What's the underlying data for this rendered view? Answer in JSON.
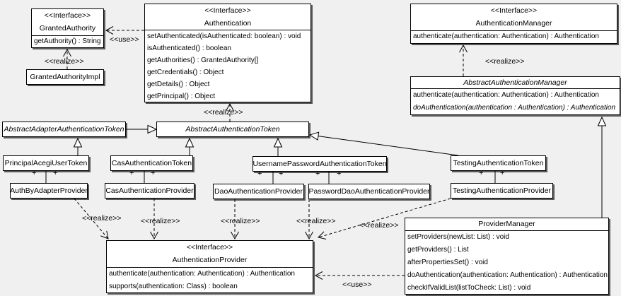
{
  "colors": {
    "background": "#f0f0f0",
    "box_fill": "#ffffff",
    "line": "#000000",
    "shadow": "#5a5a5a"
  },
  "labels": {
    "use": "<<use>>",
    "realize": "<<realize>>",
    "plus": "+"
  },
  "classes": {
    "granted_authority": {
      "stereotype": "<<Interface>>",
      "name": "GrantedAuthority",
      "methods": [
        "getAuthority() : String"
      ]
    },
    "granted_authority_impl": {
      "name": "GrantedAuthorityImpl"
    },
    "authentication": {
      "stereotype": "<<Interface>>",
      "name": "Authentication",
      "methods": [
        "setAuthenticated(isAuthenticated: boolean) : void",
        "isAuthenticated() : boolean",
        "getAuthorities() : GrantedAuthority[]",
        "getCredentials() : Object",
        "getDetails() : Object",
        "getPrincipal() : Object"
      ]
    },
    "authentication_manager": {
      "stereotype": "<<Interface>>",
      "name": "AuthenticationManager",
      "methods": [
        "authenticate(authentication: Authentication) : Authentication"
      ]
    },
    "abstract_authentication_manager": {
      "name": "AbstractAuthenticationManager",
      "methods": [
        "authenticate(authentication: Authentication) : Authentication",
        "doAuthentication(authentication : Authentication) : Authentication"
      ]
    },
    "abstract_adapter_authentication_token": {
      "name": "AbstractAdapterAuthenticationToken"
    },
    "abstract_authentication_token": {
      "name": "AbstractAuthenticationToken"
    },
    "principal_acegi_user_token": {
      "name": "PrincipalAcegiUserToken"
    },
    "cas_authentication_token": {
      "name": "CasAuthenticationToken"
    },
    "username_password_authentication_token": {
      "name": "UsernamePasswordAuthenticationToken"
    },
    "testing_authentication_token": {
      "name": "TestingAuthenticationToken"
    },
    "auth_by_adapter_provider": {
      "name": "AuthByAdapterProvider"
    },
    "cas_authentication_provider": {
      "name": "CasAuthenticationProvider"
    },
    "dao_authentication_provider": {
      "name": "DaoAuthenticationProvider"
    },
    "password_dao_authentication_provider": {
      "name": "PasswordDaoAuthenticationProvider"
    },
    "testing_authentication_provider": {
      "name": "TestingAuthenticationProvider"
    },
    "authentication_provider": {
      "stereotype": "<<Interface>>",
      "name": "AuthenticationProvider",
      "methods": [
        "authenticate(authentication: Authentication) : Authentication",
        "supports(authentication: Class) : boolean"
      ]
    },
    "provider_manager": {
      "name": "ProviderManager",
      "methods": [
        "setProviders(newList: List) : void",
        "getProviders() : List",
        "afterPropertiesSet() : void",
        "doAuthentication(authentication: Authentication) : Authentication",
        "checkIfValidList(listToCheck: List) : void"
      ]
    }
  }
}
